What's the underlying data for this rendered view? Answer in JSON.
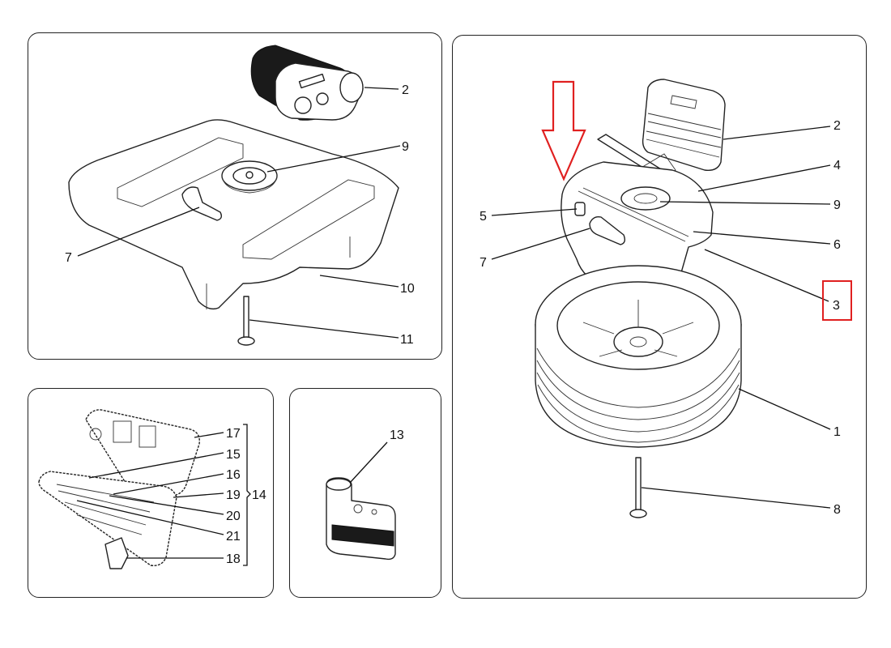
{
  "diagram": {
    "title": "Spare wheel, tools and tyre inflator kit",
    "highlight_color": "#e02020",
    "line_color": "#111111",
    "panels": [
      {
        "id": "tray-assembly",
        "callouts": [
          {
            "number": "2",
            "part": "tyre inflator compressor"
          },
          {
            "number": "9",
            "part": "retaining knob"
          },
          {
            "number": "7",
            "part": "towing eye / tool"
          },
          {
            "number": "10",
            "part": "storage tray"
          },
          {
            "number": "11",
            "part": "fixing bolt"
          }
        ]
      },
      {
        "id": "spare-wheel-assembly",
        "callouts": [
          {
            "number": "2",
            "part": "tyre inflator compressor"
          },
          {
            "number": "4",
            "part": "jack"
          },
          {
            "number": "9",
            "part": "retaining knob"
          },
          {
            "number": "5",
            "part": "holder"
          },
          {
            "number": "6",
            "part": "jack handle"
          },
          {
            "number": "7",
            "part": "towing eye / tool"
          },
          {
            "number": "3",
            "part": "container tray",
            "highlighted": true
          },
          {
            "number": "1",
            "part": "spare wheel"
          },
          {
            "number": "8",
            "part": "fixing bolt"
          }
        ],
        "arrow_annotation": {
          "color": "#e02020",
          "direction": "down",
          "target": "container tray"
        }
      },
      {
        "id": "tool-kit",
        "callouts": [
          {
            "number": "17"
          },
          {
            "number": "15"
          },
          {
            "number": "16"
          },
          {
            "number": "19"
          },
          {
            "number": "20"
          },
          {
            "number": "21"
          },
          {
            "number": "18"
          }
        ],
        "group_label": "14"
      },
      {
        "id": "compressor",
        "callouts": [
          {
            "number": "13"
          }
        ]
      }
    ]
  }
}
